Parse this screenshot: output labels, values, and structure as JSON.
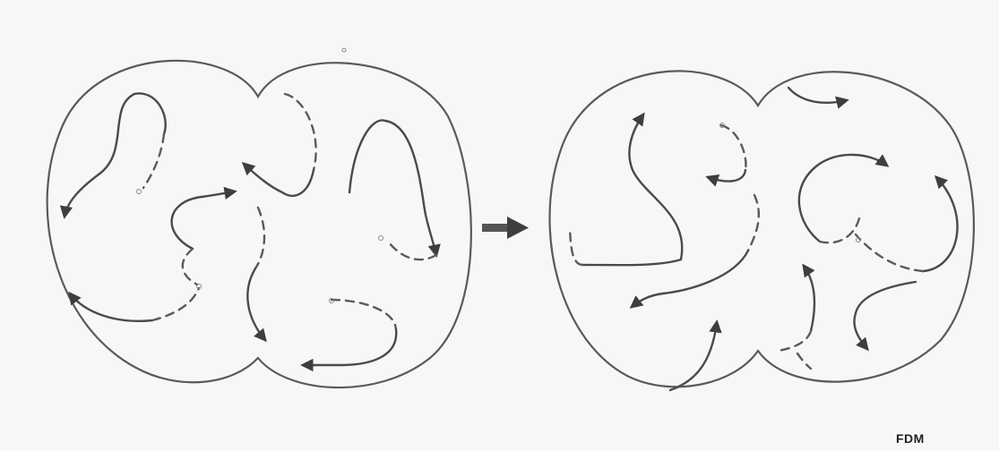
{
  "figure": {
    "credit": "FDM",
    "panels": [
      {
        "id": "before",
        "shape": "two-lobed cell outline with wandering chromatin strands (solid and dashed arrows)"
      },
      {
        "id": "after",
        "shape": "two-lobed cell outline with wandering chromatin strands (solid and dashed arrows)"
      }
    ],
    "transition": {
      "symbol": "arrow-right"
    }
  },
  "colors": {
    "line": "#4a4a4a",
    "background": "#f7f7f5"
  }
}
